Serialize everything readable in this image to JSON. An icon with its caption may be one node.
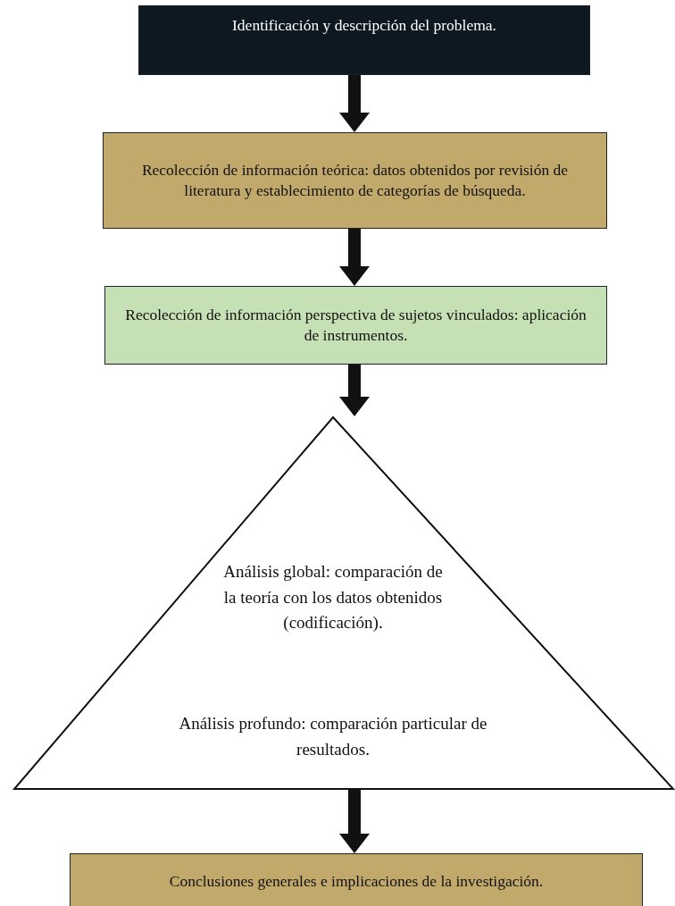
{
  "diagram": {
    "nodes": [
      {
        "text": [
          "Identificación y descripción del problema."
        ]
      },
      {
        "text": [
          "Recolección de información teórica: datos obtenidos por revisión de literatura y establecimiento de categorías de búsqueda."
        ]
      },
      {
        "text": [
          "Recolección de información perspectiva de sujetos vinculados: aplicación de instrumentos."
        ]
      },
      {
        "text": [
          "Análisis global: comparación de la teoría con los datos obtenidos (codificación).",
          "Análisis profundo: comparación particular de resultados."
        ]
      },
      {
        "text": [
          "Conclusiones generales e implicaciones de la investigación."
        ]
      }
    ],
    "edges": [
      {
        "from": 0,
        "to": 1,
        "arrow": "to"
      },
      {
        "from": 1,
        "to": 2,
        "arrow": "to"
      },
      {
        "from": 2,
        "to": 3,
        "arrow": "to"
      },
      {
        "from": 3,
        "to": 4,
        "arrow": "to"
      }
    ]
  }
}
